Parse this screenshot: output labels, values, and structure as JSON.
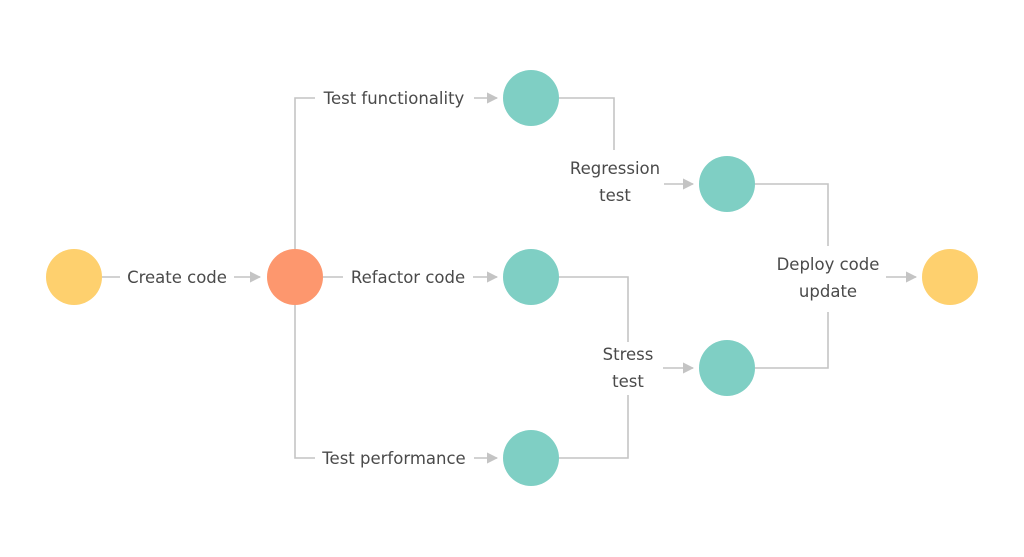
{
  "colors": {
    "background": "#ffffff",
    "start_end_node": "#fed06e",
    "hub_node": "#fd976e",
    "task_node": "#7fcfc4",
    "connector": "#c4c4c4",
    "label_text": "#4a4a4a"
  },
  "nodes": [
    {
      "id": "start",
      "role": "start",
      "color": "#fed06e"
    },
    {
      "id": "hub",
      "role": "branch",
      "color": "#fd976e"
    },
    {
      "id": "functionality",
      "role": "task",
      "color": "#7fcfc4"
    },
    {
      "id": "refactor",
      "role": "task",
      "color": "#7fcfc4"
    },
    {
      "id": "performance",
      "role": "task",
      "color": "#7fcfc4"
    },
    {
      "id": "regression",
      "role": "task",
      "color": "#7fcfc4"
    },
    {
      "id": "stress",
      "role": "task",
      "color": "#7fcfc4"
    },
    {
      "id": "end",
      "role": "end",
      "color": "#fed06e"
    }
  ],
  "labels": {
    "create_code": "Create code",
    "test_functionality": "Test functionality",
    "refactor_code": "Refactor code",
    "test_performance": "Test performance",
    "regression_test_line1": "Regression",
    "regression_test_line2": "test",
    "stress_test_line1": "Stress",
    "stress_test_line2": "test",
    "deploy_code_update_line1": "Deploy code",
    "deploy_code_update_line2": "update"
  },
  "edges": [
    {
      "from": "start",
      "to": "hub",
      "label": "Create code"
    },
    {
      "from": "hub",
      "to": "functionality",
      "label": "Test functionality"
    },
    {
      "from": "hub",
      "to": "refactor",
      "label": "Refactor code"
    },
    {
      "from": "hub",
      "to": "performance",
      "label": "Test performance"
    },
    {
      "from": "functionality",
      "to": "regression",
      "label": "Regression test"
    },
    {
      "from": "refactor",
      "to": "stress",
      "label": "Stress test"
    },
    {
      "from": "performance",
      "to": "stress",
      "label": "Stress test"
    },
    {
      "from": "regression",
      "to": "end",
      "label": "Deploy code update"
    },
    {
      "from": "stress",
      "to": "end",
      "label": "Deploy code update"
    }
  ]
}
